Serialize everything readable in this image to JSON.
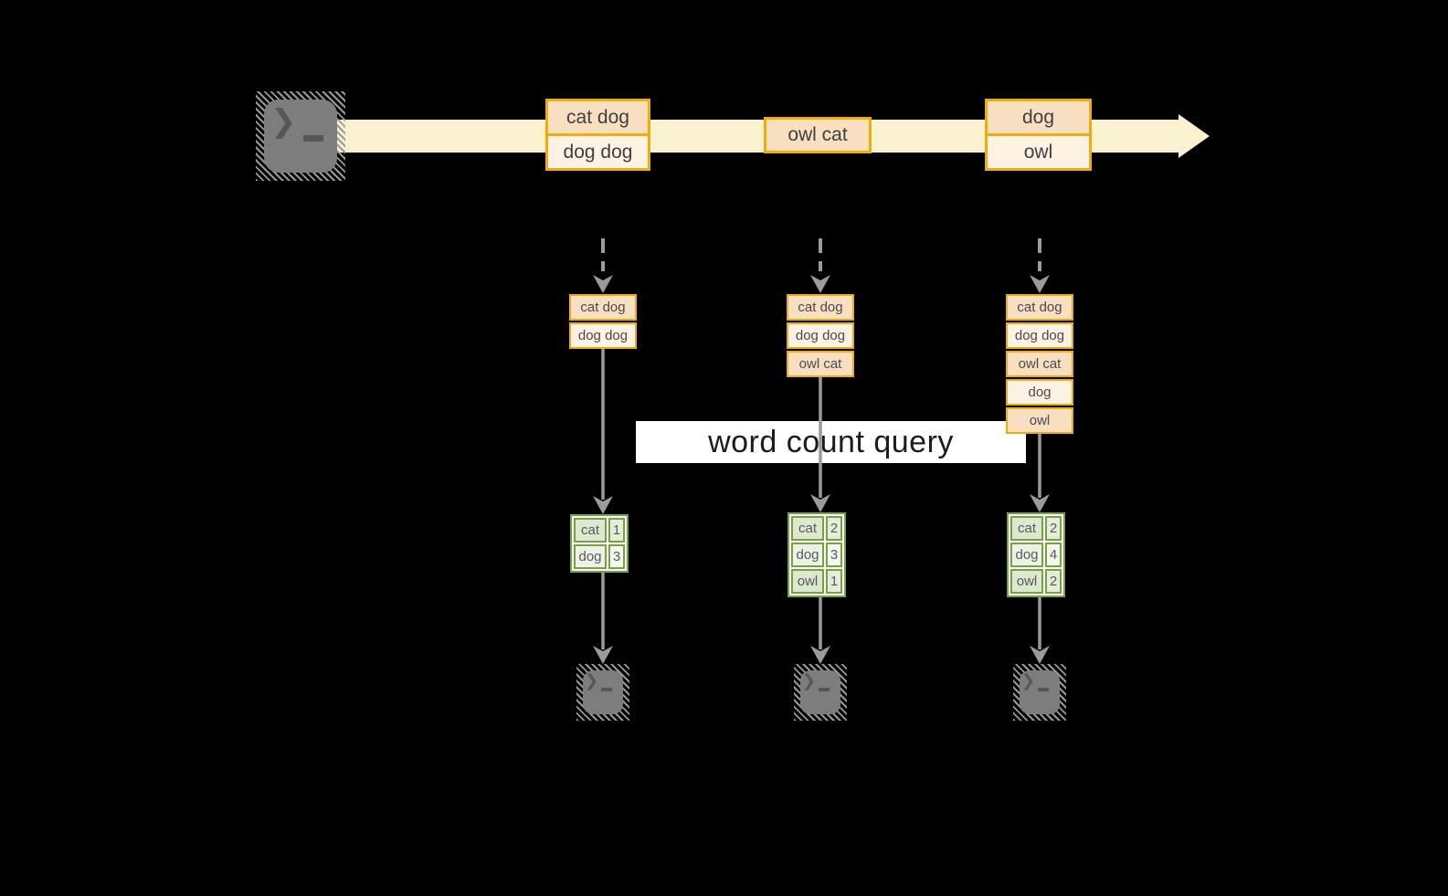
{
  "query_label": "word count query",
  "stream": {
    "events": [
      {
        "rows": [
          "cat dog",
          "dog dog"
        ]
      },
      {
        "rows": [
          "owl cat"
        ]
      },
      {
        "rows": [
          "dog",
          "owl"
        ]
      }
    ]
  },
  "micro_batches": [
    {
      "rows": [
        "cat dog",
        "dog dog"
      ]
    },
    {
      "rows": [
        "cat dog",
        "dog dog",
        "owl cat"
      ]
    },
    {
      "rows": [
        "cat dog",
        "dog dog",
        "owl cat",
        "dog",
        "owl"
      ]
    }
  ],
  "word_counts": [
    [
      {
        "word": "cat",
        "count": "1"
      },
      {
        "word": "dog",
        "count": "3"
      }
    ],
    [
      {
        "word": "cat",
        "count": "2"
      },
      {
        "word": "dog",
        "count": "3"
      },
      {
        "word": "owl",
        "count": "1"
      }
    ],
    [
      {
        "word": "cat",
        "count": "2"
      },
      {
        "word": "dog",
        "count": "4"
      },
      {
        "word": "owl",
        "count": "2"
      }
    ]
  ],
  "icons": {
    "source": "terminal-icon",
    "sink": "terminal-icon",
    "terminal_prompt": "❯"
  },
  "colors": {
    "background": "#000000",
    "gold_border": "#f0ad08",
    "peach_fill": "#f8dfc2",
    "cream_fill": "#fdf2e4",
    "stream_band": "#faf1d0",
    "green_border": "#76a33f",
    "green_cell_dark": "#dce8d0",
    "green_cell_light": "#edf2e6",
    "arrow_gray": "#9b9b9b",
    "terminal_gray": "#7d7d7d",
    "label_background": "#ffffff",
    "text": "#3f3f3f"
  }
}
